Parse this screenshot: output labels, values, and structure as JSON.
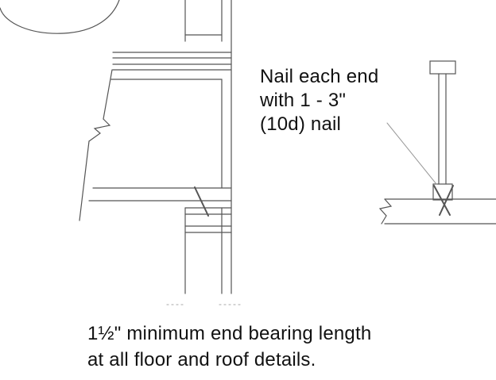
{
  "callout": {
    "lines": [
      "Nail each end",
      "with 1 - 3\"",
      "(10d) nail"
    ]
  },
  "caption": {
    "lines": [
      "1½\" minimum end bearing length",
      "at all floor and roof details."
    ]
  },
  "colors": {
    "line": "#555555",
    "text": "#111111",
    "background": "#ffffff"
  }
}
